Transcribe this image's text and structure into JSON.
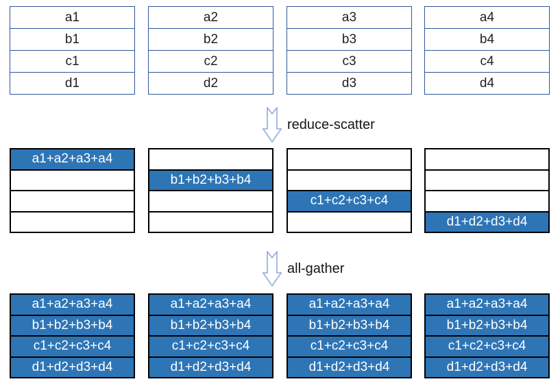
{
  "colors": {
    "cell_fill_blue": "#2E75B6",
    "stage1_border_blue": "#2F5597",
    "stage23_border_black": "#000000",
    "arrow_outline_blue": "#8FAADC",
    "filled_cell_text": "#FFFFFF",
    "plain_cell_text": "#1F1F1F"
  },
  "stage1": {
    "tables": [
      {
        "cells": [
          "a1",
          "b1",
          "c1",
          "d1"
        ]
      },
      {
        "cells": [
          "a2",
          "b2",
          "c2",
          "d2"
        ]
      },
      {
        "cells": [
          "a3",
          "b3",
          "c3",
          "d3"
        ]
      },
      {
        "cells": [
          "a4",
          "b4",
          "c4",
          "d4"
        ]
      }
    ]
  },
  "arrows": [
    {
      "icon": "down-arrow-icon",
      "label": "reduce-scatter"
    },
    {
      "icon": "down-arrow-icon",
      "label": "all-gather"
    }
  ],
  "stage2": {
    "tables": [
      {
        "filled_index": 0,
        "cells": [
          "a1+a2+a3+a4",
          "",
          "",
          ""
        ]
      },
      {
        "filled_index": 1,
        "cells": [
          "",
          "b1+b2+b3+b4",
          "",
          ""
        ]
      },
      {
        "filled_index": 2,
        "cells": [
          "",
          "",
          "c1+c2+c3+c4",
          ""
        ]
      },
      {
        "filled_index": 3,
        "cells": [
          "",
          "",
          "",
          "d1+d2+d3+d4"
        ]
      }
    ]
  },
  "stage3": {
    "tables": [
      {
        "cells": [
          "a1+a2+a3+a4",
          "b1+b2+b3+b4",
          "c1+c2+c3+c4",
          "d1+d2+d3+d4"
        ]
      },
      {
        "cells": [
          "a1+a2+a3+a4",
          "b1+b2+b3+b4",
          "c1+c2+c3+c4",
          "d1+d2+d3+d4"
        ]
      },
      {
        "cells": [
          "a1+a2+a3+a4",
          "b1+b2+b3+b4",
          "c1+c2+c3+c4",
          "d1+d2+d3+d4"
        ]
      },
      {
        "cells": [
          "a1+a2+a3+a4",
          "b1+b2+b3+b4",
          "c1+c2+c3+c4",
          "d1+d2+d3+d4"
        ]
      }
    ]
  }
}
